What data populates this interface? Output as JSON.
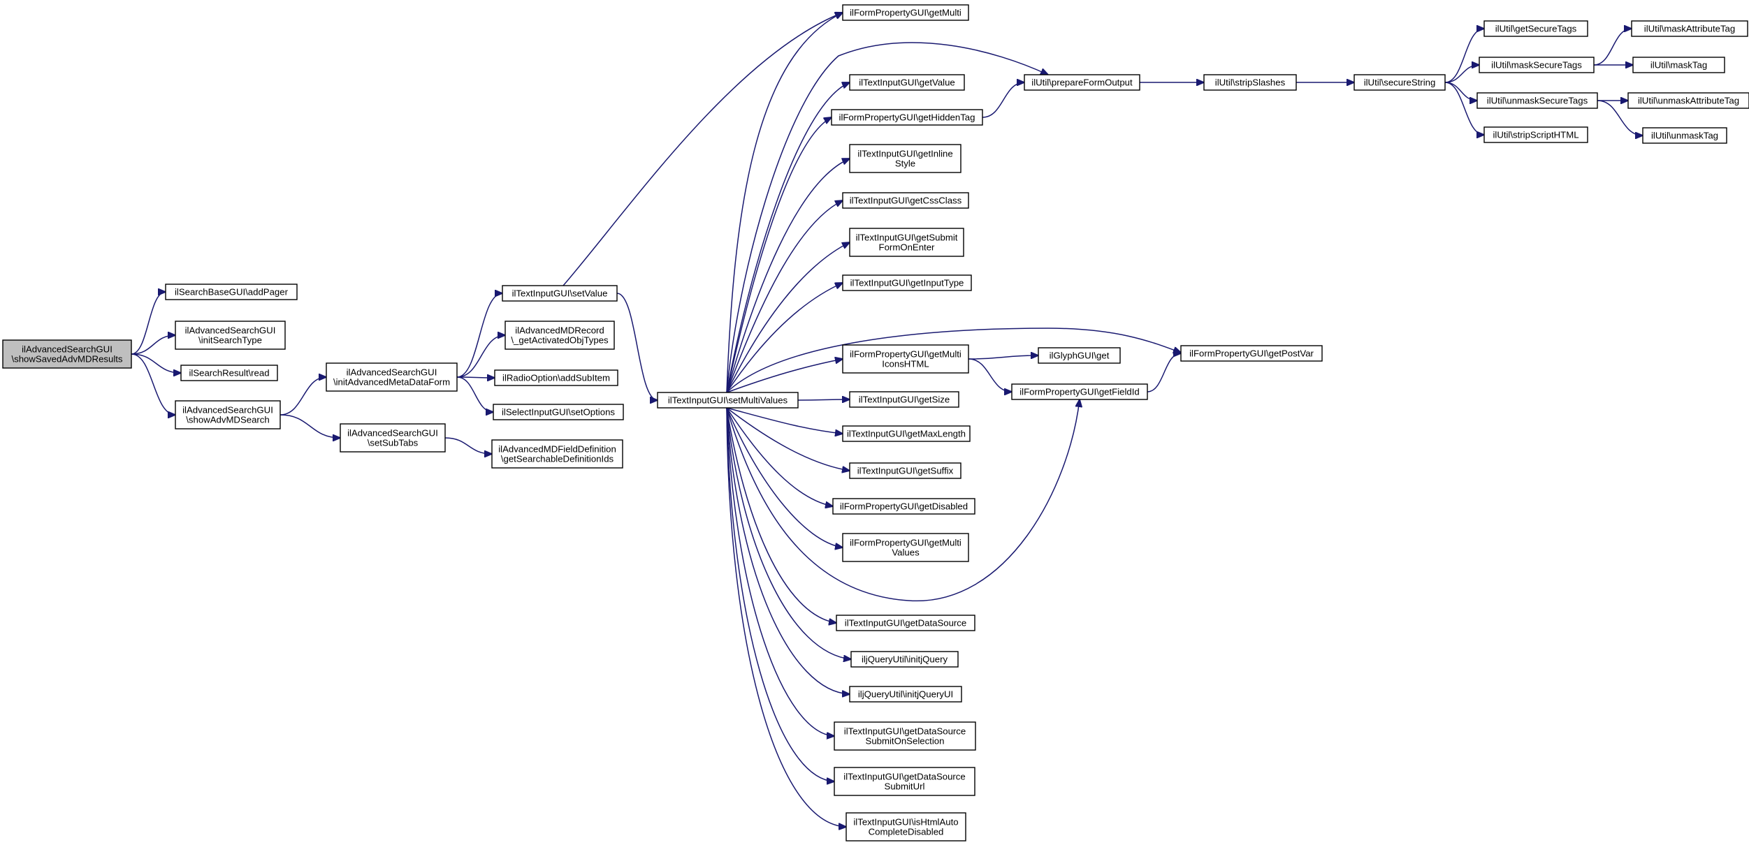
{
  "graph": {
    "colors": {
      "edge": "#191970",
      "root_fill": "#bfbfbf",
      "node_fill": "#ffffff",
      "node_border": "#000000"
    },
    "nodes": [
      {
        "id": "n0",
        "lines": [
          "ilAdvancedSearchGUI",
          "\\showSavedAdvMDResults"
        ],
        "root": true
      },
      {
        "id": "n1",
        "lines": [
          "ilSearchBaseGUI\\addPager"
        ]
      },
      {
        "id": "n2",
        "lines": [
          "ilAdvancedSearchGUI",
          "\\initSearchType"
        ]
      },
      {
        "id": "n3",
        "lines": [
          "ilSearchResult\\read"
        ]
      },
      {
        "id": "n4",
        "lines": [
          "ilAdvancedSearchGUI",
          "\\showAdvMDSearch"
        ]
      },
      {
        "id": "n5",
        "lines": [
          "ilAdvancedSearchGUI",
          "\\initAdvancedMetaDataForm"
        ]
      },
      {
        "id": "n6",
        "lines": [
          "ilAdvancedSearchGUI",
          "\\setSubTabs"
        ]
      },
      {
        "id": "n7",
        "lines": [
          "ilTextInputGUI\\setValue"
        ]
      },
      {
        "id": "n8",
        "lines": [
          "ilAdvancedMDRecord",
          "\\_getActivatedObjTypes"
        ]
      },
      {
        "id": "n9",
        "lines": [
          "ilRadioOption\\addSubItem"
        ]
      },
      {
        "id": "n10",
        "lines": [
          "ilSelectInputGUI\\setOptions"
        ]
      },
      {
        "id": "n11",
        "lines": [
          "ilAdvancedMDFieldDefinition",
          "\\getSearchableDefinitionIds"
        ]
      },
      {
        "id": "n12",
        "lines": [
          "ilFormPropertyGUI\\getMulti"
        ]
      },
      {
        "id": "n13",
        "lines": [
          "ilTextInputGUI\\setMultiValues"
        ]
      },
      {
        "id": "n14",
        "lines": [
          "ilUtil\\prepareFormOutput"
        ]
      },
      {
        "id": "n15",
        "lines": [
          "ilTextInputGUI\\getValue"
        ]
      },
      {
        "id": "n16",
        "lines": [
          "ilFormPropertyGUI\\getHiddenTag"
        ]
      },
      {
        "id": "n17",
        "lines": [
          "ilTextInputGUI\\getInline",
          "Style"
        ]
      },
      {
        "id": "n18",
        "lines": [
          "ilTextInputGUI\\getCssClass"
        ]
      },
      {
        "id": "n19",
        "lines": [
          "ilTextInputGUI\\getSubmit",
          "FormOnEnter"
        ]
      },
      {
        "id": "n20",
        "lines": [
          "ilTextInputGUI\\getInputType"
        ]
      },
      {
        "id": "n21",
        "lines": [
          "ilFormPropertyGUI\\getMulti",
          "IconsHTML"
        ]
      },
      {
        "id": "n22",
        "lines": [
          "ilTextInputGUI\\getSize"
        ]
      },
      {
        "id": "n23",
        "lines": [
          "ilTextInputGUI\\getMaxLength"
        ]
      },
      {
        "id": "n24",
        "lines": [
          "ilTextInputGUI\\getSuffix"
        ]
      },
      {
        "id": "n25",
        "lines": [
          "ilFormPropertyGUI\\getDisabled"
        ]
      },
      {
        "id": "n26",
        "lines": [
          "ilFormPropertyGUI\\getMulti",
          "Values"
        ]
      },
      {
        "id": "n27",
        "lines": [
          "ilTextInputGUI\\getDataSource"
        ]
      },
      {
        "id": "n28",
        "lines": [
          "iljQueryUtil\\initjQuery"
        ]
      },
      {
        "id": "n29",
        "lines": [
          "iljQueryUtil\\initjQueryUI"
        ]
      },
      {
        "id": "n30",
        "lines": [
          "ilTextInputGUI\\getDataSource",
          "SubmitOnSelection"
        ]
      },
      {
        "id": "n31",
        "lines": [
          "ilTextInputGUI\\getDataSource",
          "SubmitUrl"
        ]
      },
      {
        "id": "n32",
        "lines": [
          "ilTextInputGUI\\isHtmlAuto",
          "CompleteDisabled"
        ]
      },
      {
        "id": "n33",
        "lines": [
          "ilGlyphGUI\\get"
        ]
      },
      {
        "id": "n34",
        "lines": [
          "ilFormPropertyGUI\\getFieldId"
        ]
      },
      {
        "id": "n35",
        "lines": [
          "ilFormPropertyGUI\\getPostVar"
        ]
      },
      {
        "id": "n36",
        "lines": [
          "ilUtil\\stripSlashes"
        ]
      },
      {
        "id": "n37",
        "lines": [
          "ilUtil\\secureString"
        ]
      },
      {
        "id": "n38",
        "lines": [
          "ilUtil\\getSecureTags"
        ]
      },
      {
        "id": "n39",
        "lines": [
          "ilUtil\\maskSecureTags"
        ]
      },
      {
        "id": "n40",
        "lines": [
          "ilUtil\\unmaskSecureTags"
        ]
      },
      {
        "id": "n41",
        "lines": [
          "ilUtil\\stripScriptHTML"
        ]
      },
      {
        "id": "n42",
        "lines": [
          "ilUtil\\maskAttributeTag"
        ]
      },
      {
        "id": "n43",
        "lines": [
          "ilUtil\\maskTag"
        ]
      },
      {
        "id": "n44",
        "lines": [
          "ilUtil\\unmaskAttributeTag"
        ]
      },
      {
        "id": "n45",
        "lines": [
          "ilUtil\\unmaskTag"
        ]
      }
    ],
    "edges": [
      [
        "n0",
        "n1"
      ],
      [
        "n0",
        "n2"
      ],
      [
        "n0",
        "n3"
      ],
      [
        "n0",
        "n4"
      ],
      [
        "n4",
        "n5"
      ],
      [
        "n4",
        "n6"
      ],
      [
        "n5",
        "n7"
      ],
      [
        "n5",
        "n8"
      ],
      [
        "n5",
        "n9"
      ],
      [
        "n5",
        "n10"
      ],
      [
        "n6",
        "n11"
      ],
      [
        "n7",
        "n12"
      ],
      [
        "n7",
        "n13"
      ],
      [
        "n13",
        "n12"
      ],
      [
        "n13",
        "n14"
      ],
      [
        "n13",
        "n15"
      ],
      [
        "n13",
        "n16"
      ],
      [
        "n13",
        "n17"
      ],
      [
        "n13",
        "n18"
      ],
      [
        "n13",
        "n19"
      ],
      [
        "n13",
        "n20"
      ],
      [
        "n13",
        "n21"
      ],
      [
        "n13",
        "n22"
      ],
      [
        "n13",
        "n23"
      ],
      [
        "n13",
        "n24"
      ],
      [
        "n13",
        "n25"
      ],
      [
        "n13",
        "n26"
      ],
      [
        "n13",
        "n27"
      ],
      [
        "n13",
        "n28"
      ],
      [
        "n13",
        "n29"
      ],
      [
        "n13",
        "n30"
      ],
      [
        "n13",
        "n31"
      ],
      [
        "n13",
        "n32"
      ],
      [
        "n13",
        "n35"
      ],
      [
        "n13",
        "n34"
      ],
      [
        "n16",
        "n14"
      ],
      [
        "n21",
        "n33"
      ],
      [
        "n21",
        "n34"
      ],
      [
        "n34",
        "n35"
      ],
      [
        "n14",
        "n36"
      ],
      [
        "n36",
        "n37"
      ],
      [
        "n37",
        "n38"
      ],
      [
        "n37",
        "n39"
      ],
      [
        "n37",
        "n40"
      ],
      [
        "n37",
        "n41"
      ],
      [
        "n39",
        "n42"
      ],
      [
        "n39",
        "n43"
      ],
      [
        "n40",
        "n44"
      ],
      [
        "n40",
        "n45"
      ]
    ]
  }
}
